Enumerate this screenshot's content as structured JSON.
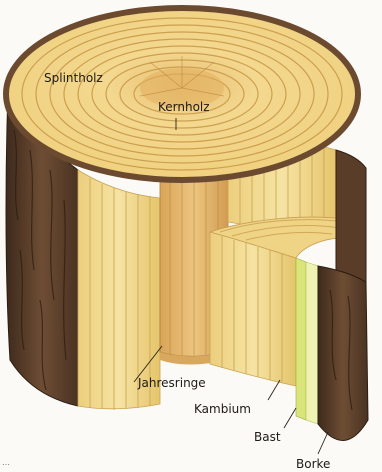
{
  "diagram": {
    "labels": {
      "splintholz": "Splintholz",
      "kernholz": "Kernholz",
      "jahresringe": "Jahresringe",
      "kambium": "Kambium",
      "bast": "Bast",
      "borke": "Borke"
    },
    "caption": "…"
  },
  "colors": {
    "bark_dark": "#4a3322",
    "bark_mid": "#6e4d34",
    "bark_light": "#8e6a49",
    "sapwood": "#f2d98d",
    "sapwood_dark": "#e1bf63",
    "heartwood": "#e2b56a",
    "heartwood_dark": "#c98f45",
    "cambium": "#d9e57a",
    "bast": "#eef3b4"
  }
}
